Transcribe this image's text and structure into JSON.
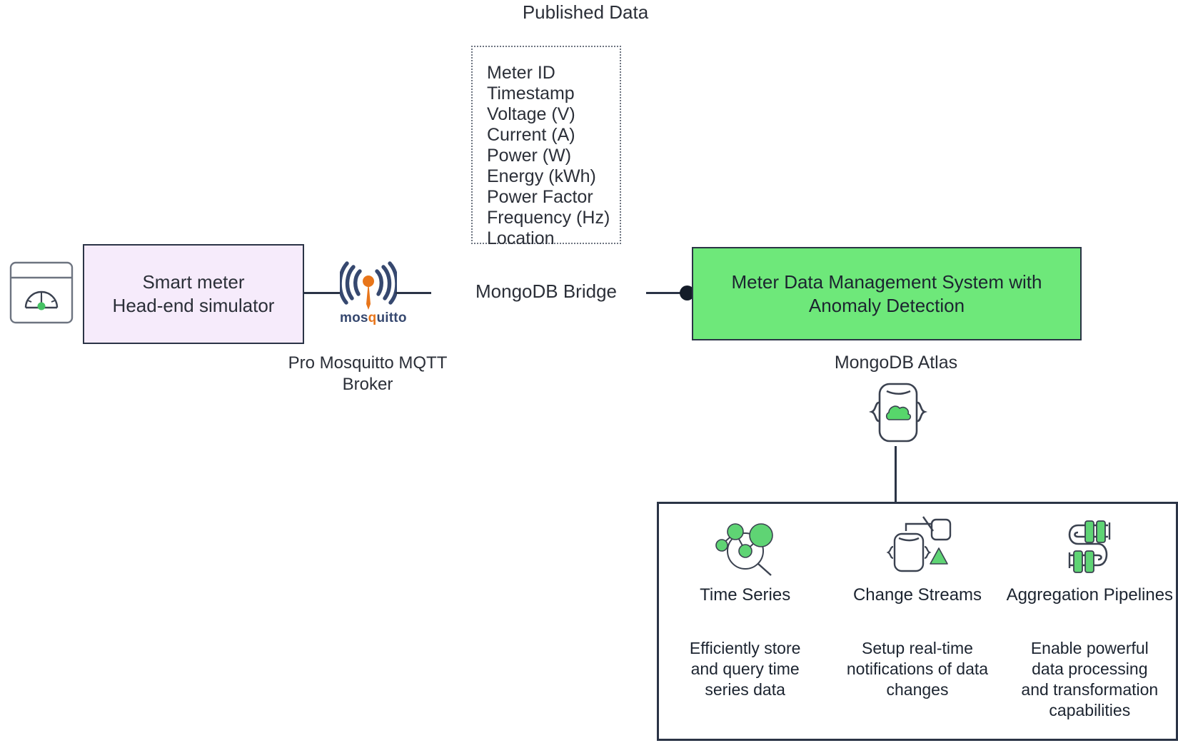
{
  "diagram": {
    "published": {
      "title": "Published Data",
      "fields": [
        "Meter ID",
        "Timestamp",
        "Voltage (V)",
        "Current (A)",
        "Power (W)",
        "Energy (kWh)",
        "Power Factor",
        "Frequency (Hz)",
        "Location"
      ]
    },
    "smart_meter": {
      "line1": "Smart meter",
      "line2": "Head-end simulator",
      "fill_color": "#f6ebfb",
      "border_color": "#2b3446"
    },
    "broker": {
      "logo_word_pre": "mos",
      "logo_word_q": "q",
      "logo_word_post": "uitto",
      "caption_line1": "Pro Mosquitto MQTT",
      "caption_line2": "Broker",
      "logo_color": "#36486f",
      "accent_color": "#e8751a"
    },
    "bridge": {
      "label": "MongoDB Bridge"
    },
    "mdms": {
      "line1": "Meter Data Management System with",
      "line2": "Anomaly Detection",
      "fill_color": "#6ee87a",
      "border_color": "#2b3446"
    },
    "atlas": {
      "label": "MongoDB Atlas",
      "cloud_color": "#57d66b"
    },
    "features": [
      {
        "icon": "time-series-icon",
        "title": "Time Series",
        "desc": "Efficiently store and query time series data"
      },
      {
        "icon": "change-streams-icon",
        "title": "Change Streams",
        "desc": "Setup real-time notifications of data changes"
      },
      {
        "icon": "aggregation-pipelines-icon",
        "title": "Aggregation Pipelines",
        "desc": "Enable powerful data processing and transformation capabilities"
      }
    ]
  }
}
